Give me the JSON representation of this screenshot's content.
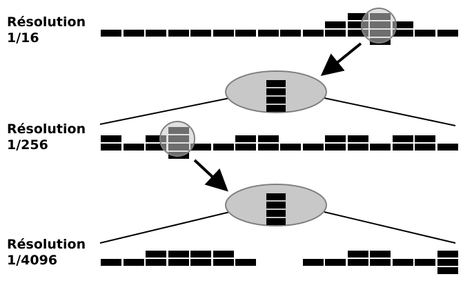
{
  "labels": [
    {
      "line1": "Résolution",
      "line2": "1/16"
    },
    {
      "line1": "Résolution",
      "line2": "1/256"
    },
    {
      "line1": "Résolution",
      "line2": "1/4096"
    }
  ],
  "rows": [
    {
      "heights": [
        1,
        1,
        1,
        1,
        1,
        1,
        1,
        1,
        1,
        1,
        2,
        3,
        3,
        2,
        1,
        1
      ],
      "zoom_index": 12,
      "zoom_extra_below": true
    },
    {
      "heights": [
        2,
        1,
        2,
        3,
        1,
        1,
        2,
        2,
        1,
        1,
        2,
        2,
        1,
        2,
        2,
        1
      ],
      "zoom_index": 3,
      "zoom_extra_below": true
    },
    {
      "heights": [
        1,
        1,
        2,
        2,
        2,
        2,
        1,
        0,
        0,
        1,
        1,
        2,
        2,
        1,
        1,
        2
      ],
      "zoom_index": 15,
      "zoom_extra_below": true
    }
  ],
  "colors": {
    "bar": "#000000",
    "ellipse_fill": "#c8c8c8",
    "ellipse_stroke": "#808080",
    "line": "#000000"
  }
}
